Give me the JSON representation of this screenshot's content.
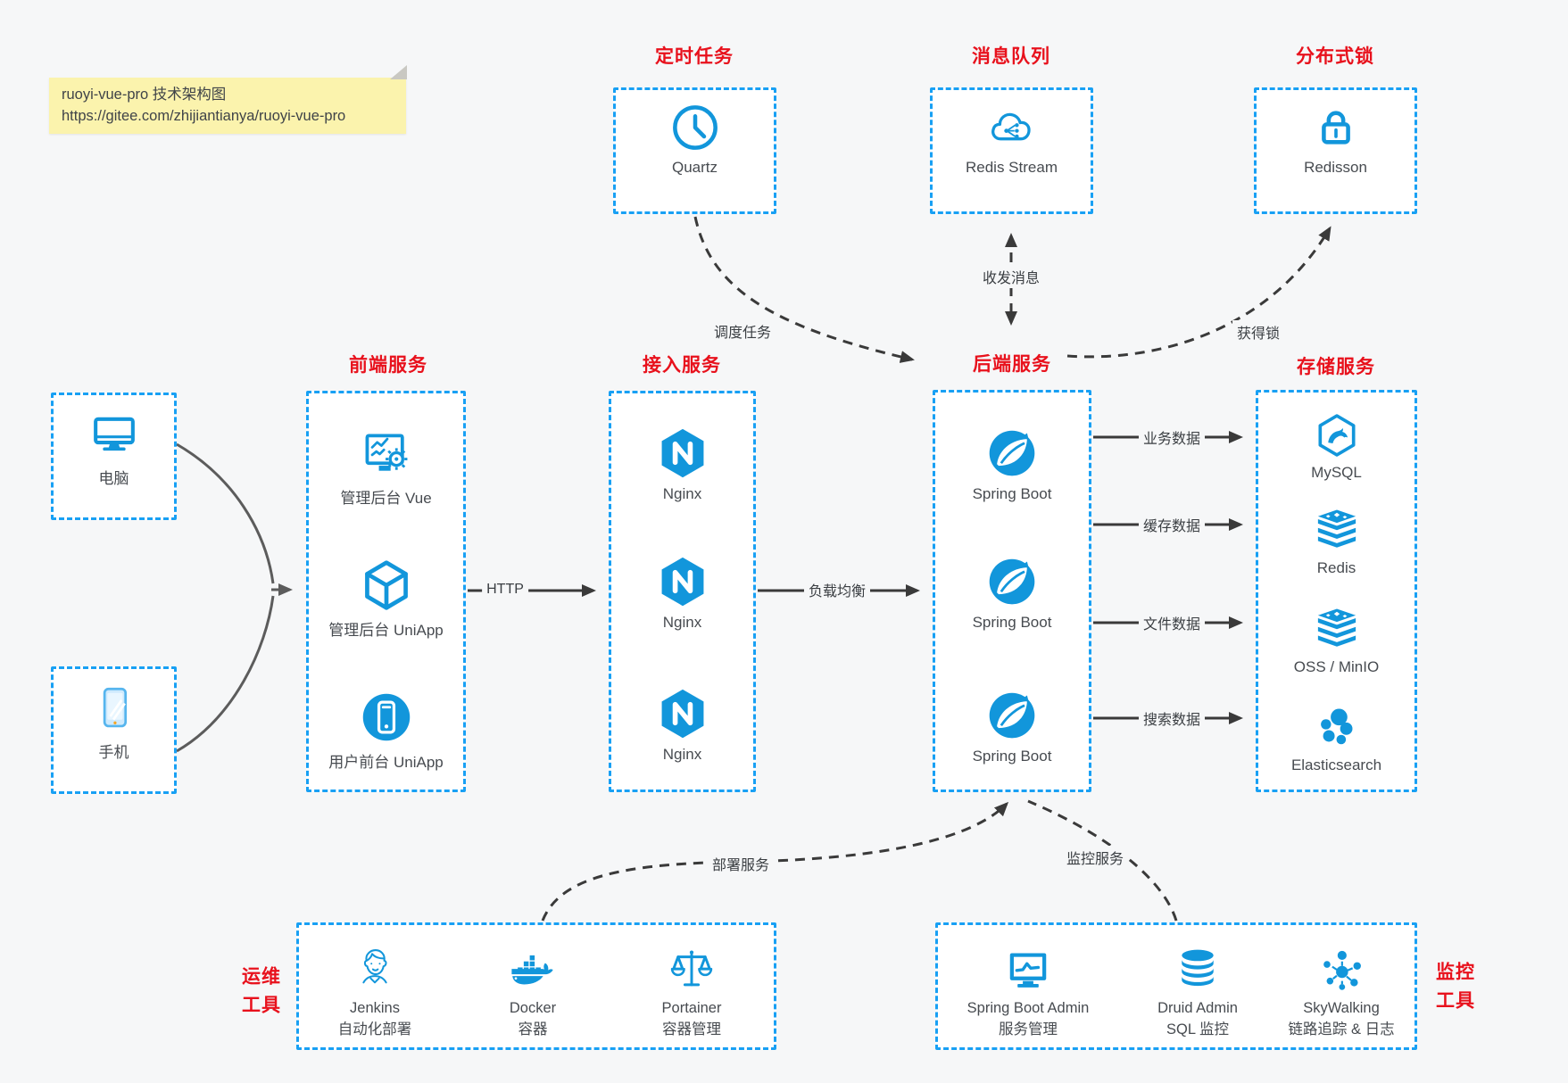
{
  "note": {
    "line1": "ruoyi-vue-pro 技术架构图",
    "line2": "https://gitee.com/zhijiantianya/ruoyi-vue-pro"
  },
  "top_groups": {
    "scheduler": {
      "title": "定时任务",
      "node": {
        "label": "Quartz",
        "icon": "clock-icon"
      }
    },
    "mq": {
      "title": "消息队列",
      "node": {
        "label": "Redis Stream",
        "icon": "cloud-share-icon"
      }
    },
    "lock": {
      "title": "分布式锁",
      "node": {
        "label": "Redisson",
        "icon": "lock-icon"
      }
    }
  },
  "clients": {
    "pc": {
      "label": "电脑",
      "icon": "desktop-icon"
    },
    "mobile": {
      "label": "手机",
      "icon": "smartphone-icon"
    }
  },
  "columns": {
    "frontend": {
      "title": "前端服务",
      "items": [
        {
          "label": "管理后台 Vue",
          "icon": "admin-vue-icon"
        },
        {
          "label": "管理后台 UniApp",
          "icon": "cube-icon"
        },
        {
          "label": "用户前台 UniApp",
          "icon": "phone-circle-icon"
        }
      ]
    },
    "gateway": {
      "title": "接入服务",
      "items": [
        {
          "label": "Nginx",
          "icon": "nginx-icon"
        },
        {
          "label": "Nginx",
          "icon": "nginx-icon"
        },
        {
          "label": "Nginx",
          "icon": "nginx-icon"
        }
      ]
    },
    "backend": {
      "title": "后端服务",
      "items": [
        {
          "label": "Spring Boot",
          "icon": "spring-leaf-icon"
        },
        {
          "label": "Spring Boot",
          "icon": "spring-leaf-icon"
        },
        {
          "label": "Spring Boot",
          "icon": "spring-leaf-icon"
        }
      ]
    },
    "storage": {
      "title": "存储服务",
      "items": [
        {
          "label": "MySQL",
          "icon": "mysql-icon"
        },
        {
          "label": "Redis",
          "icon": "redis-stack-icon"
        },
        {
          "label": "OSS / MinIO",
          "icon": "redis-stack-icon"
        },
        {
          "label": "Elasticsearch",
          "icon": "elasticsearch-icon"
        }
      ]
    }
  },
  "bottom_groups": {
    "ops": {
      "title_line1": "运维",
      "title_line2": "工具",
      "items": [
        {
          "name": "Jenkins",
          "sub": "自动化部署",
          "icon": "jenkins-icon"
        },
        {
          "name": "Docker",
          "sub": "容器",
          "icon": "docker-icon"
        },
        {
          "name": "Portainer",
          "sub": "容器管理",
          "icon": "scales-icon"
        }
      ]
    },
    "monitor": {
      "title_line1": "监控",
      "title_line2": "工具",
      "items": [
        {
          "name": "Spring Boot Admin",
          "sub": "服务管理",
          "icon": "monitor-chart-icon"
        },
        {
          "name": "Druid Admin",
          "sub": "SQL 监控",
          "icon": "database-icon"
        },
        {
          "name": "SkyWalking",
          "sub": "链路追踪 & 日志",
          "icon": "node-graph-icon"
        }
      ]
    }
  },
  "edge_labels": {
    "http": "HTTP",
    "load_balance": "负载均衡",
    "business_data": "业务数据",
    "cache_data": "缓存数据",
    "file_data": "文件数据",
    "search_data": "搜索数据",
    "schedule_task": "调度任务",
    "send_receive_message": "收发消息",
    "acquire_lock": "获得锁",
    "deploy_service": "部署服务",
    "monitor_service": "监控服务"
  },
  "colors": {
    "icon_blue": "#1296db",
    "border_blue": "#18a0f4",
    "title_red": "#e8111c",
    "line_dark": "#3a3a3a",
    "note_bg": "#fbf3ad"
  }
}
